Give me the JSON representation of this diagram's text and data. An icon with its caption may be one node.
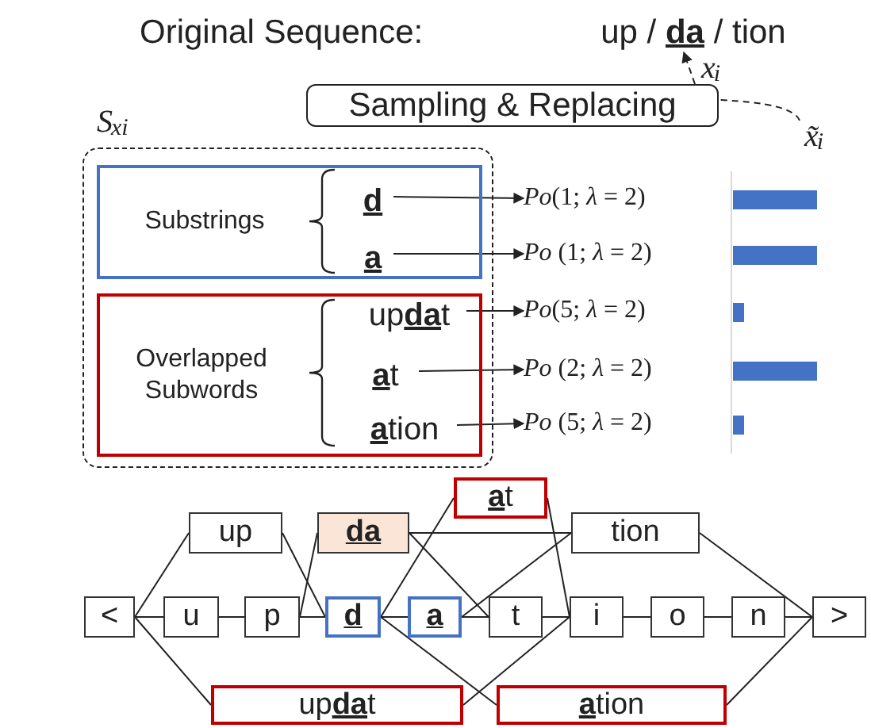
{
  "diagram": {
    "nodes": [
      {
        "text": [
          "up / **da** / tion"
        ],
        "beside": [
          "x$_{i}$"
        ]
      },
      {
        "text": [
          "Sampling & Replacing"
        ]
      },
      {
        "text": [
          "x̃$_{i}$"
        ]
      },
      {
        "text": [
          "S$_{xi}$"
        ]
      },
      {
        "text": [
          "Substrings"
        ],
        "in": 3
      },
      {
        "text": [
          "d"
        ],
        "in": 4
      },
      {
        "text": [
          "a"
        ],
        "in": 4
      },
      {
        "text": [
          "Overlapped Subwords"
        ],
        "in": 3
      },
      {
        "text": [
          "up**da**t"
        ],
        "in": 7
      },
      {
        "text": [
          "**a**t"
        ],
        "in": 7
      },
      {
        "text": [
          "**a**tion"
        ],
        "in": 7
      },
      {
        "text": [
          "*Po*(1; *λ* = 2)"
        ]
      },
      {
        "text": [
          "*Po* (1; *λ* = 2)"
        ]
      },
      {
        "text": [
          "*Po*(5; *λ* = 2)"
        ]
      },
      {
        "text": [
          "*Po* (2; *λ* = 2)"
        ]
      },
      {
        "text": [
          "*Po* (5; *λ* = 2)"
        ]
      },
      {
        "text": [
          "**a**t"
        ]
      },
      {
        "text": [
          "up"
        ]
      },
      {
        "text": [
          "da"
        ]
      },
      {
        "text": [
          "tion"
        ]
      },
      {
        "text": [
          "<"
        ]
      },
      {
        "text": [
          "u"
        ]
      },
      {
        "text": [
          "p"
        ]
      },
      {
        "text": [
          "d"
        ]
      },
      {
        "text": [
          "a"
        ]
      },
      {
        "text": [
          "t"
        ]
      },
      {
        "text": [
          "i"
        ]
      },
      {
        "text": [
          "o"
        ]
      },
      {
        "text": [
          "n"
        ]
      },
      {
        "text": [
          ">"
        ]
      },
      {
        "text": [
          "up**da**t"
        ]
      },
      {
        "text": [
          "**a**tion"
        ]
      }
    ],
    "edges": [
      {
        "from": 1,
        "to": 0,
        "arrow": "to",
        "style": "dashed"
      },
      {
        "from": 2,
        "to": 1,
        "arrow": "none",
        "style": "dashed"
      },
      {
        "from": 5,
        "to": 11,
        "arrow": "to"
      },
      {
        "from": 6,
        "to": 12,
        "arrow": "to"
      },
      {
        "from": 8,
        "to": 13,
        "arrow": "to"
      },
      {
        "from": 9,
        "to": 14,
        "arrow": "to"
      },
      {
        "from": 10,
        "to": 15,
        "arrow": "to"
      },
      {
        "from": 20,
        "to": 21,
        "arrow": "none"
      },
      {
        "from": 21,
        "to": 22,
        "arrow": "none"
      },
      {
        "from": 22,
        "to": 23,
        "arrow": "none"
      },
      {
        "from": 23,
        "to": 24,
        "arrow": "none"
      },
      {
        "from": 24,
        "to": 25,
        "arrow": "none"
      },
      {
        "from": 25,
        "to": 26,
        "arrow": "none"
      },
      {
        "from": 26,
        "to": 27,
        "arrow": "none"
      },
      {
        "from": 27,
        "to": 28,
        "arrow": "none"
      },
      {
        "from": 28,
        "to": 29,
        "arrow": "none"
      },
      {
        "from": 20,
        "to": 17,
        "arrow": "none"
      },
      {
        "from": 17,
        "to": 23,
        "arrow": "none"
      },
      {
        "from": 22,
        "to": 18,
        "arrow": "none"
      },
      {
        "from": 18,
        "to": 19,
        "arrow": "none"
      },
      {
        "from": 18,
        "to": 25,
        "arrow": "none"
      },
      {
        "from": 23,
        "to": 16,
        "arrow": "none"
      },
      {
        "from": 16,
        "to": 26,
        "arrow": "none"
      },
      {
        "from": 24,
        "to": 19,
        "arrow": "none"
      },
      {
        "from": 19,
        "to": 29,
        "arrow": "none"
      },
      {
        "from": 20,
        "to": 30,
        "arrow": "none"
      },
      {
        "from": 30,
        "to": 26,
        "arrow": "none"
      },
      {
        "from": 23,
        "to": 31,
        "arrow": "none"
      },
      {
        "from": 31,
        "to": 29,
        "arrow": "none"
      }
    ],
    "labels": [
      "Original Sequence:"
    ]
  }
}
